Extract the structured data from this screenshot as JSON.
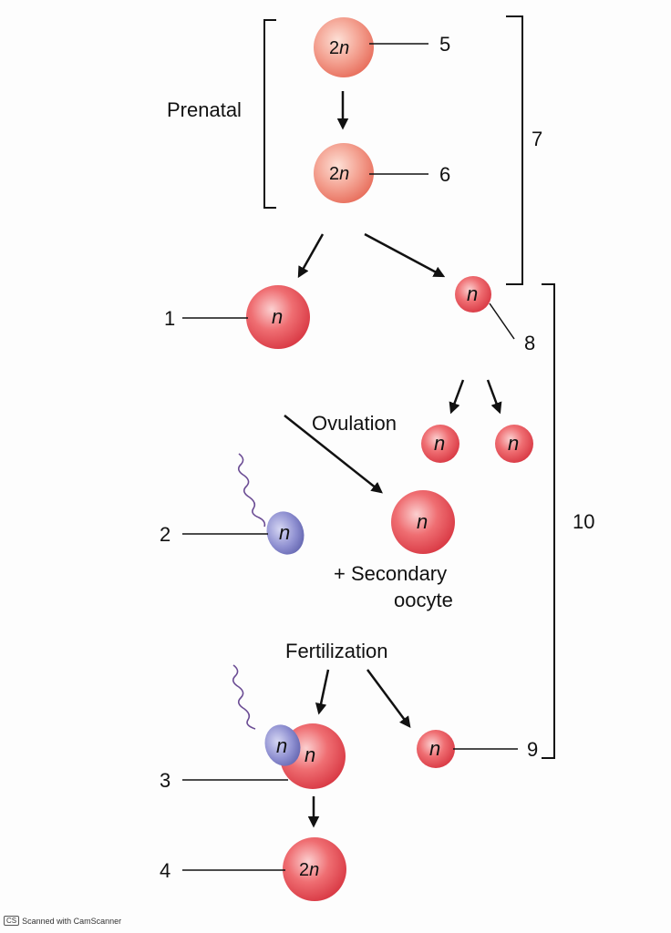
{
  "labels": {
    "prenatal": "Prenatal",
    "ovulation": "Ovulation",
    "secondary_oocyte_line1": "+   Secondary",
    "secondary_oocyte_line2": "oocyte",
    "fertilization": "Fertilization"
  },
  "numbers": {
    "n1": "1",
    "n2": "2",
    "n3": "3",
    "n4": "4",
    "n5": "5",
    "n6": "6",
    "n7": "7",
    "n8": "8",
    "n9": "9",
    "n10": "10"
  },
  "ploidy": {
    "diploid": "2",
    "haploid": "n"
  },
  "footer": {
    "badge": "CS",
    "text": "Scanned with CamScanner"
  },
  "colors": {
    "cell_red": "#e8505a",
    "cell_red_light": "#f7b3b0",
    "cell_salmon": "#f29a8e",
    "sperm_blue": "#7e7fc6",
    "line": "#111111"
  }
}
